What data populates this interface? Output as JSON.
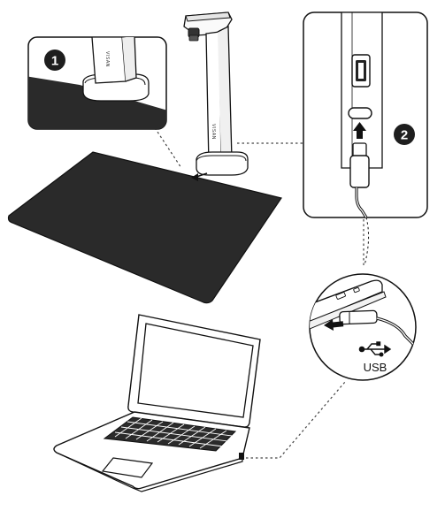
{
  "steps": [
    {
      "number": "1"
    },
    {
      "number": "2"
    }
  ],
  "brand_label": "VISAN",
  "usb_label": "USB",
  "icons": [
    "usb-icon",
    "insert-arrow-icon"
  ],
  "colors": {
    "mat": "#2a2a2a",
    "outline": "#111111",
    "badge": "#1e1e1e",
    "background": "#ffffff",
    "laptop_body": "#ffffff",
    "keys": "#2b2b2b"
  }
}
